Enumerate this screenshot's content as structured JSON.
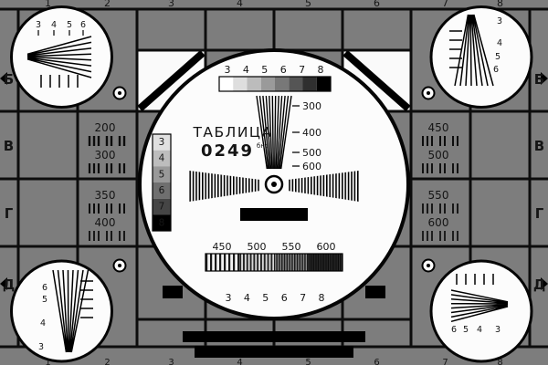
{
  "card": {
    "title": "ТАБЛИЦА",
    "code": "0249",
    "code_sup": "бнс"
  },
  "top_digits": [
    "1",
    "2",
    "3",
    "4",
    "5",
    "6",
    "7",
    "8"
  ],
  "bottom_digits": [
    "1",
    "2",
    "3",
    "4",
    "5",
    "6",
    "7",
    "8"
  ],
  "row_letters_left": [
    "Б",
    "В",
    "Г",
    "Д"
  ],
  "row_letters_right": [
    "Б",
    "В",
    "Г",
    "Д"
  ],
  "grayscale_top_labels": [
    "3",
    "4",
    "5",
    "6",
    "7",
    "8"
  ],
  "staircase_left_labels": [
    "3",
    "4",
    "5",
    "6",
    "7",
    "8"
  ],
  "bottom_scale_labels": [
    "3",
    "4",
    "5",
    "6",
    "7",
    "8"
  ],
  "wedge_labels": [
    "300",
    "400",
    "500",
    "600"
  ],
  "burst_labels": [
    "450",
    "500",
    "550",
    "600"
  ],
  "left_panel": [
    "200",
    "300",
    "350",
    "400"
  ],
  "right_panel": [
    "450",
    "500",
    "550",
    "600"
  ],
  "corner_top_left_labels": [
    "3",
    "4",
    "5",
    "6"
  ],
  "corner_top_right_labels": [
    "3",
    "4",
    "5",
    "6"
  ],
  "corner_bottom_left_labels": [
    "6",
    "5",
    "4",
    "3"
  ],
  "corner_bottom_right_labels": [
    "6",
    "5",
    "4",
    "3"
  ],
  "colors": {
    "background": "#7d7d7d",
    "grid_line": "#0d0d0d",
    "circle_fill": "#fcfcfc",
    "ink": "#000000"
  }
}
